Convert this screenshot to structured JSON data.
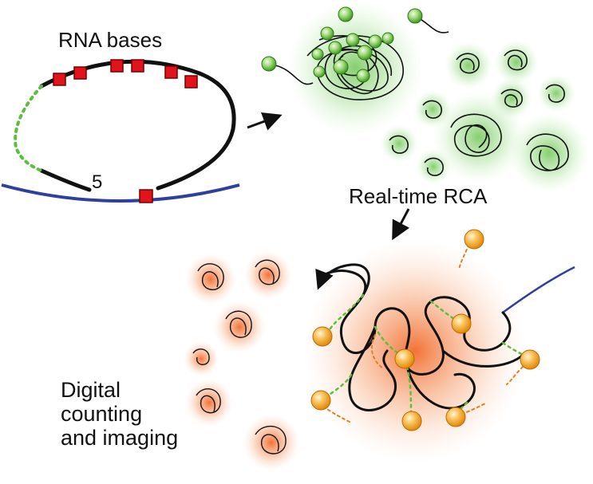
{
  "labels": {
    "rna_bases": "RNA bases",
    "five_prime": "5",
    "real_time_rca": "Real-time RCA",
    "digital_counting": "Digital\ncounting\nand imaging"
  },
  "colors": {
    "strand": "#111111",
    "target": "#2e3f9e",
    "base_marker": "#e0141a",
    "green_probe": "#5cbf3c",
    "green_glow": "#7fd06a",
    "orange_glow": "#f26a1e",
    "orange_probe": "#f5a623",
    "orange_tail": "#e87d1e"
  }
}
